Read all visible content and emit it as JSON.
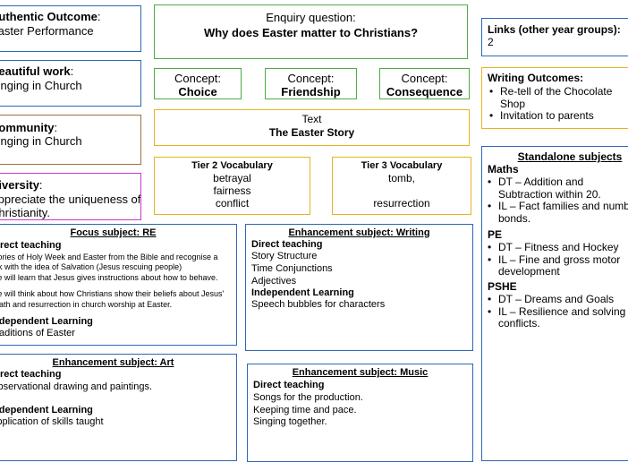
{
  "authentic_outcome": {
    "heading": "Authentic Outcome",
    "suffix": ":",
    "text": "Easter Performance"
  },
  "beautiful_work": {
    "heading": "Beautiful work",
    "suffix": ":",
    "text": "Singing in Church"
  },
  "community": {
    "heading": "Community",
    "suffix": ":",
    "text": "Singing in Church"
  },
  "diversity": {
    "heading": "Diversity",
    "suffix": ":",
    "lines": [
      "Appreciate the uniqueness of",
      "Christianity."
    ]
  },
  "enquiry": {
    "label": "Enquiry question:",
    "question": "Why does Easter matter to Christians?"
  },
  "concepts": [
    {
      "label": "Concept:",
      "value": "Choice"
    },
    {
      "label": "Concept:",
      "value": "Friendship"
    },
    {
      "label": "Concept:",
      "value": "Consequence"
    }
  ],
  "text_box": {
    "label": "Text",
    "title": "The Easter Story"
  },
  "tier2": {
    "heading": "Tier 2 Vocabulary",
    "words": [
      "betrayal",
      "fairness",
      "conflict"
    ]
  },
  "tier3": {
    "heading": "Tier 3 Vocabulary",
    "words": [
      "tomb,",
      "resurrection"
    ]
  },
  "links": {
    "heading": "Links (other year groups):",
    "value": "2"
  },
  "writing_outcomes": {
    "heading": "Writing Outcomes:",
    "items": [
      "Re-tell of the Chocolate Shop",
      "Invitation to parents"
    ]
  },
  "standalone": {
    "title": "Standalone  subjects",
    "maths": {
      "heading": "Maths",
      "items": [
        "DT – Addition and Subtraction within 20.",
        "IL – Fact families and number bonds."
      ]
    },
    "pe": {
      "heading": "PE",
      "items": [
        "DT – Fitness and Hockey",
        "IL – Fine and gross motor development"
      ]
    },
    "pshe": {
      "heading": "PSHE",
      "items": [
        "DT – Dreams and Goals",
        "IL – Resilience and solving conflicts."
      ]
    }
  },
  "focus_re": {
    "title": "Focus subject: RE",
    "direct_heading": "Direct teaching",
    "lines": [
      "Stories of Holy Week and Easter from the Bible and recognise a",
      "link with the idea of Salvation (Jesus rescuing people)",
      "We will learn that Jesus gives instructions about how to behave.",
      "",
      "We will think about how Christians show their beliefs about Jesus'",
      "death and resurrection in church worship at Easter."
    ],
    "independent_heading": "Independent Learning",
    "independent_text": "Traditions of Easter"
  },
  "writing": {
    "title": "Enhancement subject: Writing",
    "direct_heading": "Direct teaching",
    "items": [
      "Story Structure",
      "Time Conjunctions",
      "Adjectives"
    ],
    "independent_heading": "Independent Learning",
    "independent_text": "Speech bubbles for characters"
  },
  "art": {
    "title": "Enhancement subject: Art",
    "direct_heading": "Direct teaching",
    "direct_text": "Observational drawing and paintings.",
    "independent_heading": "Independent Learning",
    "independent_text": "Application of skills taught"
  },
  "music": {
    "title": "Enhancement subject: Music",
    "direct_heading": "Direct teaching",
    "items": [
      "Songs for the production.",
      "Keeping time and pace.",
      "Singing together."
    ]
  }
}
